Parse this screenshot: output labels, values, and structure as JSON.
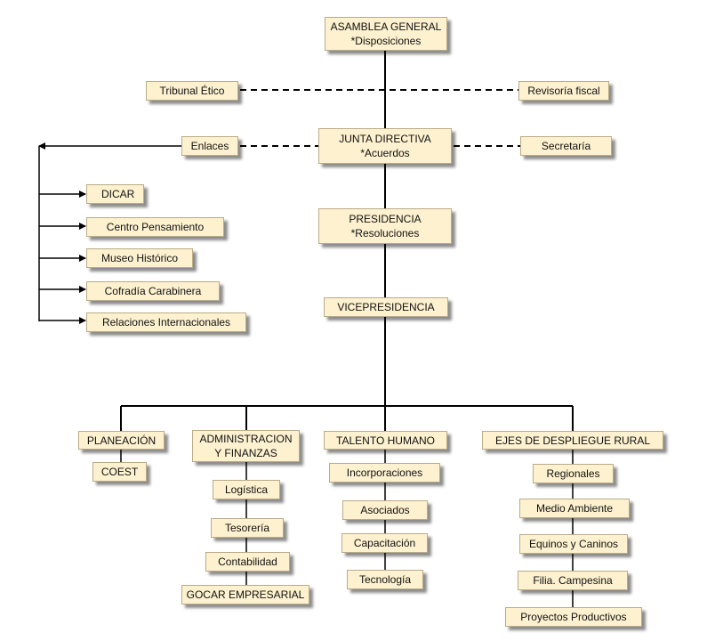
{
  "nodes": {
    "asamblea": {
      "l1": "ASAMBLEA  GENERAL",
      "l2": "*Disposiciones"
    },
    "tribunal": "Tribunal Ético",
    "revisoria": "Revisoría fiscal",
    "junta": {
      "l1": "JUNTA  DIRECTIVA",
      "l2": "*Acuerdos"
    },
    "enlaces": "Enlaces",
    "secretaria": "Secretaría",
    "dicar": "DICAR",
    "centro": "Centro  Pensamiento",
    "museo": "Museo Histórico",
    "cofradia": "Cofradía Carabinera",
    "relaciones": "Relaciones Internacionales",
    "presidencia": {
      "l1": "PRESIDENCIA",
      "l2": "*Resoluciones"
    },
    "vicepresidencia": "VICEPRESIDENCIA",
    "planeacion": "PLANEACIÓN",
    "coest": "COEST",
    "administracion": {
      "l1": "ADMINISTRACION",
      "l2": "Y FINANZAS"
    },
    "logistica": "Logística",
    "tesoreria": "Tesorería",
    "contabilidad": "Contabilidad",
    "gocar": "GOCAR EMPRESARIAL",
    "talento": "TALENTO  HUMANO",
    "incorporaciones": "Incorporaciones",
    "asociados": "Asociados",
    "capacitacion": "Capacitación",
    "tecnologia": "Tecnología",
    "ejes": "EJES DE DESPLIEGUE  RURAL",
    "regionales": "Regionales",
    "medio": "Medio Ambiente",
    "equinos": "Equinos y Caninos",
    "filia": "Filia. Campesina",
    "proyectos": "Proyectos Productivos"
  },
  "colors": {
    "box_fill": "#fdf1cf",
    "box_border": "#b9ab86",
    "line": "#000000"
  }
}
